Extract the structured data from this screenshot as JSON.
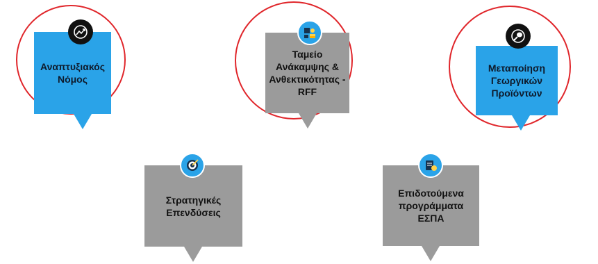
{
  "nodes": {
    "anaptyxiakos": {
      "label": "Αναπτυξιακός\nΝόμος",
      "icon": "trend-up-icon"
    },
    "tameio": {
      "label": "Ταμείο\nΑνάκαμψης &\nΑνθεκτικότητας -\nRFF",
      "icon": "coins-icon"
    },
    "metapoiisi": {
      "label": "Μεταποίηση\nΓεωργικών\nΠροϊόντων",
      "icon": "drumstick-icon"
    },
    "stratigikes": {
      "label": "Στρατηγικές\nΕπενδύσεις",
      "icon": "target-icon"
    },
    "espa": {
      "label": "Επιδοτούμενα\nπρογράμματα\nΕΣΠΑ",
      "icon": "money-icon"
    }
  },
  "colors": {
    "blue": "#2aa3e8",
    "gray": "#9b9b9b",
    "ring": "#e0262b"
  }
}
